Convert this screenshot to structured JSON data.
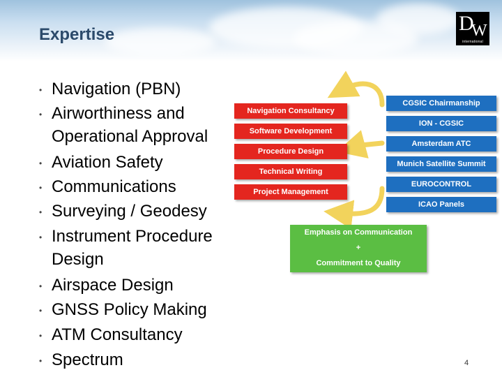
{
  "title": "Expertise",
  "logo": {
    "d": "D",
    "w": "W",
    "sub": "international"
  },
  "bullets": [
    "Navigation (PBN)",
    "Airworthiness and",
    "Operational Approval",
    "Aviation Safety",
    "Communications",
    "Surveying / Geodesy",
    "Instrument Procedure",
    "Design",
    "Airspace Design",
    "GNSS Policy Making",
    "ATM Consultancy",
    "Spectrum"
  ],
  "bullet_symbol": "•",
  "left_boxes": [
    "Navigation Consultancy",
    "Software Development",
    "Procedure Design",
    "Technical Writing",
    "Project Management"
  ],
  "right_boxes": [
    "CGSIC Chairmanship",
    "ION - CGSIC",
    "Amsterdam ATC",
    "Munich Satellite Summit",
    "EUROCONTROL",
    "ICAO Panels"
  ],
  "emphasis": {
    "line1": "Emphasis on Communication",
    "line2": "+",
    "line3": "Commitment to Quality"
  },
  "colors": {
    "left_box": "#e4261f",
    "right_box": "#1e6fc0",
    "emphasis_box": "#5bbe43",
    "arrow": "#f2d35c",
    "title": "#2b4a6b"
  },
  "page_number": "4"
}
